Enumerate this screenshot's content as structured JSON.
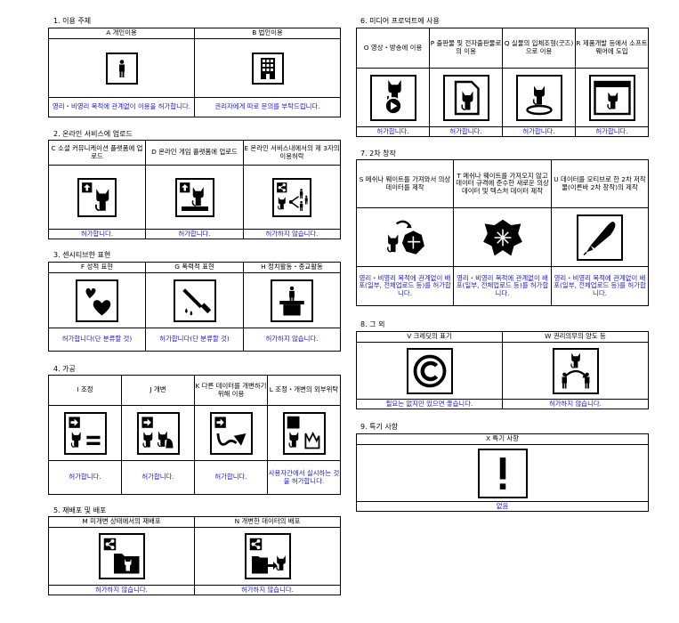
{
  "sections": {
    "s1": {
      "title": "1. 이용 주체",
      "cols": [
        {
          "head": "A 개인이용",
          "icon": "person-icon",
          "status": "영리・비영리 목적에 관계없이 이용을 허가합니다."
        },
        {
          "head": "B 법인이용",
          "icon": "building-icon",
          "status": "권리자에게 따로 문의를 부탁드립니다."
        }
      ]
    },
    "s2": {
      "title": "2. 온라인 서비스에 업로드",
      "cols": [
        {
          "head": "C 소셜 커뮤니케이션 플랫폼에 업로드",
          "icon": "upload-cat-icon",
          "status": "허가합니다."
        },
        {
          "head": "D 온라인 게임 플랫폼에 업로드",
          "icon": "upload-game-icon",
          "status": "허가합니다."
        },
        {
          "head": "E 온라인 서비스내에서의 제 3자의 이용허락",
          "icon": "share-people-icon",
          "status": "허가하지 않습니다."
        }
      ]
    },
    "s3": {
      "title": "3. 센시티브한 표현",
      "cols": [
        {
          "head": "F 성적 표현",
          "icon": "hearts-icon",
          "status": "허가합니다(단 분류할 것)"
        },
        {
          "head": "G 폭력적 표현",
          "icon": "knife-icon",
          "status": "허가합니다(단 분류할 것)"
        },
        {
          "head": "H 정치활동・종교활동",
          "icon": "podium-icon",
          "status": "허가하지 않습니다."
        }
      ]
    },
    "s4": {
      "title": "4. 가공",
      "cols": [
        {
          "head": "I 조정",
          "icon": "adjust-icon",
          "status": "허가합니다."
        },
        {
          "head": "J 개변",
          "icon": "modify-icon",
          "status": "허가합니다."
        },
        {
          "head": "K 다른 데이터를 개변하기 위해 이용",
          "icon": "reuse-icon",
          "status": "허가합니다."
        },
        {
          "head": "L 조정・개변의 외부위탁",
          "icon": "outsource-icon",
          "status": "사용자간에서 실시하는 것을 허가합니다."
        }
      ]
    },
    "s5": {
      "title": "5. 재배포 및 배포",
      "cols": [
        {
          "head": "M 미개변 상태에서의 재배포",
          "icon": "redistribute-icon",
          "status": "허가하지 않습니다."
        },
        {
          "head": "N 개변한 데이터의 배포",
          "icon": "distribute-modified-icon",
          "status": "허가하지 않습니다."
        }
      ]
    },
    "s6": {
      "title": "6. 미디어 프로덕트에 사용",
      "cols": [
        {
          "head": "O 영상・방송에 이용",
          "icon": "video-icon",
          "status": "허가합니다."
        },
        {
          "head": "P 출판물 및 전자출판물로의 이용",
          "icon": "publication-icon",
          "status": "허가합니다."
        },
        {
          "head": "Q 실물의 입체조형(굿즈)으로 이용",
          "icon": "figure-icon",
          "status": "허가합니다."
        },
        {
          "head": "R 제품개발 등에서 소프트웨어에 도입",
          "icon": "software-icon",
          "status": "허가합니다."
        }
      ]
    },
    "s7": {
      "title": "7. 2차 창작",
      "cols": [
        {
          "head": "S 메쉬나 웨이트를 가져와서 의상 데이터를 제작",
          "icon": "mesh-icon",
          "status": "영리・비영리 목적에 관계없이 배포(일부, 전체업로드 등)를 허가합니다."
        },
        {
          "head": "T 메쉬나 웨이트를 가져오지 않고 데이터 규격에 준수한 새로운 의상 데이터 및 텍스처 데이터 제작",
          "icon": "cloth-icon",
          "status": "영리・비영리 목적에 관계없이 배포(일부, 전체업로드 등)를 허가합니다."
        },
        {
          "head": "U 데이터를 모티브로 한 2차 저작물(이른바 2차 창작)의 제작",
          "icon": "pen-icon",
          "status": "영리・비영리 목적에 관계없이 배포(일부, 전체업로드 등)를 허가합니다."
        }
      ]
    },
    "s8": {
      "title": "8. 그 외",
      "cols": [
        {
          "head": "V 크레딧의 표기",
          "icon": "copyright-icon",
          "status": "필요는 없지만 있으면 좋습니다."
        },
        {
          "head": "W 권리의무의 양도 등",
          "icon": "transfer-icon",
          "status": "허가하지 않습니다."
        }
      ]
    },
    "s9": {
      "title": "9. 특기 사항",
      "cols": [
        {
          "head": "X 특기 사항",
          "icon": "exclamation-icon",
          "status": "없음"
        }
      ]
    }
  },
  "colors": {
    "status_text": "#1a1ad0",
    "border": "#000000"
  }
}
